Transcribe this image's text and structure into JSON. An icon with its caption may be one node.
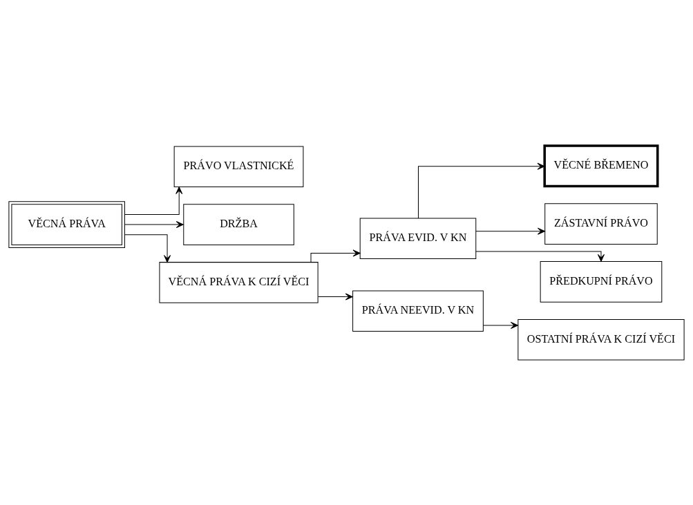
{
  "diagram": {
    "nodes": [
      {
        "text": [
          "VĚCNÁ PRÁVA"
        ]
      },
      {
        "text": [
          "PRÁVO VLASTNICKÉ"
        ]
      },
      {
        "text": [
          "DRŽBA"
        ]
      },
      {
        "text": [
          "VĚCNÁ PRÁVA K CIZÍ VĚCI"
        ]
      },
      {
        "text": [
          "PRÁVA EVID. V KN"
        ]
      },
      {
        "text": [
          "VĚCNÉ BŘEMENO"
        ]
      },
      {
        "text": [
          "ZÁSTAVNÍ PRÁVO"
        ]
      },
      {
        "text": [
          "PŘEDKUPNÍ PRÁVO"
        ]
      },
      {
        "text": [
          "PRÁVA NEEVID. V KN"
        ]
      },
      {
        "text": [
          "OSTATNÍ PRÁVA K CIZÍ VĚCI"
        ]
      }
    ],
    "edges": [
      {
        "from": 0,
        "to": 1,
        "arrow": "to"
      },
      {
        "from": 0,
        "to": 2,
        "arrow": "to"
      },
      {
        "from": 0,
        "to": 3,
        "arrow": "to"
      },
      {
        "from": 3,
        "to": 4,
        "arrow": "to"
      },
      {
        "from": 3,
        "to": 8,
        "arrow": "to"
      },
      {
        "from": 4,
        "to": 5,
        "arrow": "to"
      },
      {
        "from": 4,
        "to": 6,
        "arrow": "to"
      },
      {
        "from": 4,
        "to": 7,
        "arrow": "to"
      },
      {
        "from": 8,
        "to": 9,
        "arrow": "to"
      }
    ]
  }
}
